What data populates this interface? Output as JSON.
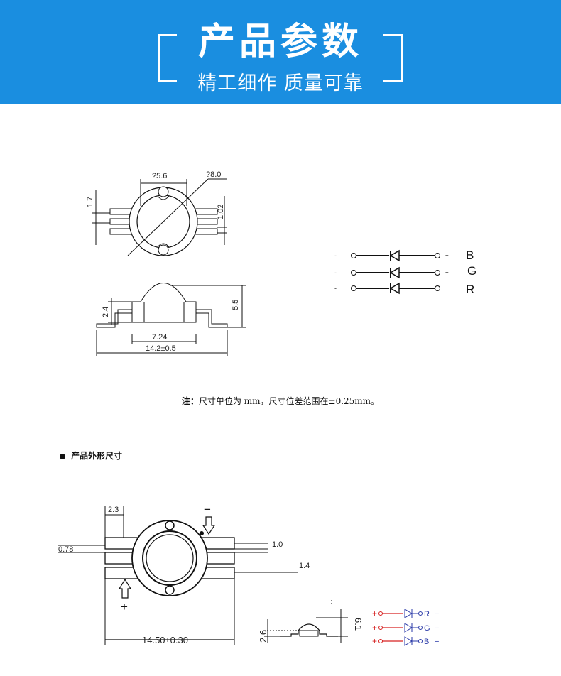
{
  "banner": {
    "title": "产品参数",
    "subtitle": "精工细作 质量可靠"
  },
  "top_drawing": {
    "dim_diam_inner": "?5.6",
    "dim_diam_outer": "?8.0",
    "dim_pin_pitch": "1.7",
    "dim_pin_width": "1.02",
    "dim_lens_height": "2.4",
    "dim_total_height": "5.5",
    "dim_body_width": "7.24",
    "dim_total_width": "14.2±0.5"
  },
  "schematic_top": {
    "rows": [
      {
        "minus": "-",
        "plus": "+",
        "label": "B"
      },
      {
        "minus": "-",
        "plus": "+",
        "label": "G"
      },
      {
        "minus": "-",
        "plus": "+",
        "label": "R"
      }
    ]
  },
  "note": {
    "prefix": "注：",
    "text": "尺寸单位为 mm，尺寸位差范围在±0.25mm",
    "suffix": "。"
  },
  "section": {
    "title": "产品外形尺寸"
  },
  "bottom_drawing": {
    "dim_a": "2.3",
    "dim_b": "0.78",
    "dim_c": "1.0",
    "dim_d": "1.4",
    "dim_width": "14.50±0.30",
    "minus_sign": "−",
    "plus_sign": "+",
    "dim_side_h1": "2.6",
    "dim_side_h2": "6.1"
  },
  "schematic_bottom": {
    "rows": [
      {
        "plus": "+",
        "label": "R",
        "minus": "−"
      },
      {
        "plus": "+",
        "label": "G",
        "minus": "−"
      },
      {
        "plus": "+",
        "label": "B",
        "minus": "−"
      }
    ]
  },
  "colors": {
    "banner": "#1a8ee0",
    "schematic_red": "#d62020",
    "schematic_blue": "#2a3aa8"
  }
}
